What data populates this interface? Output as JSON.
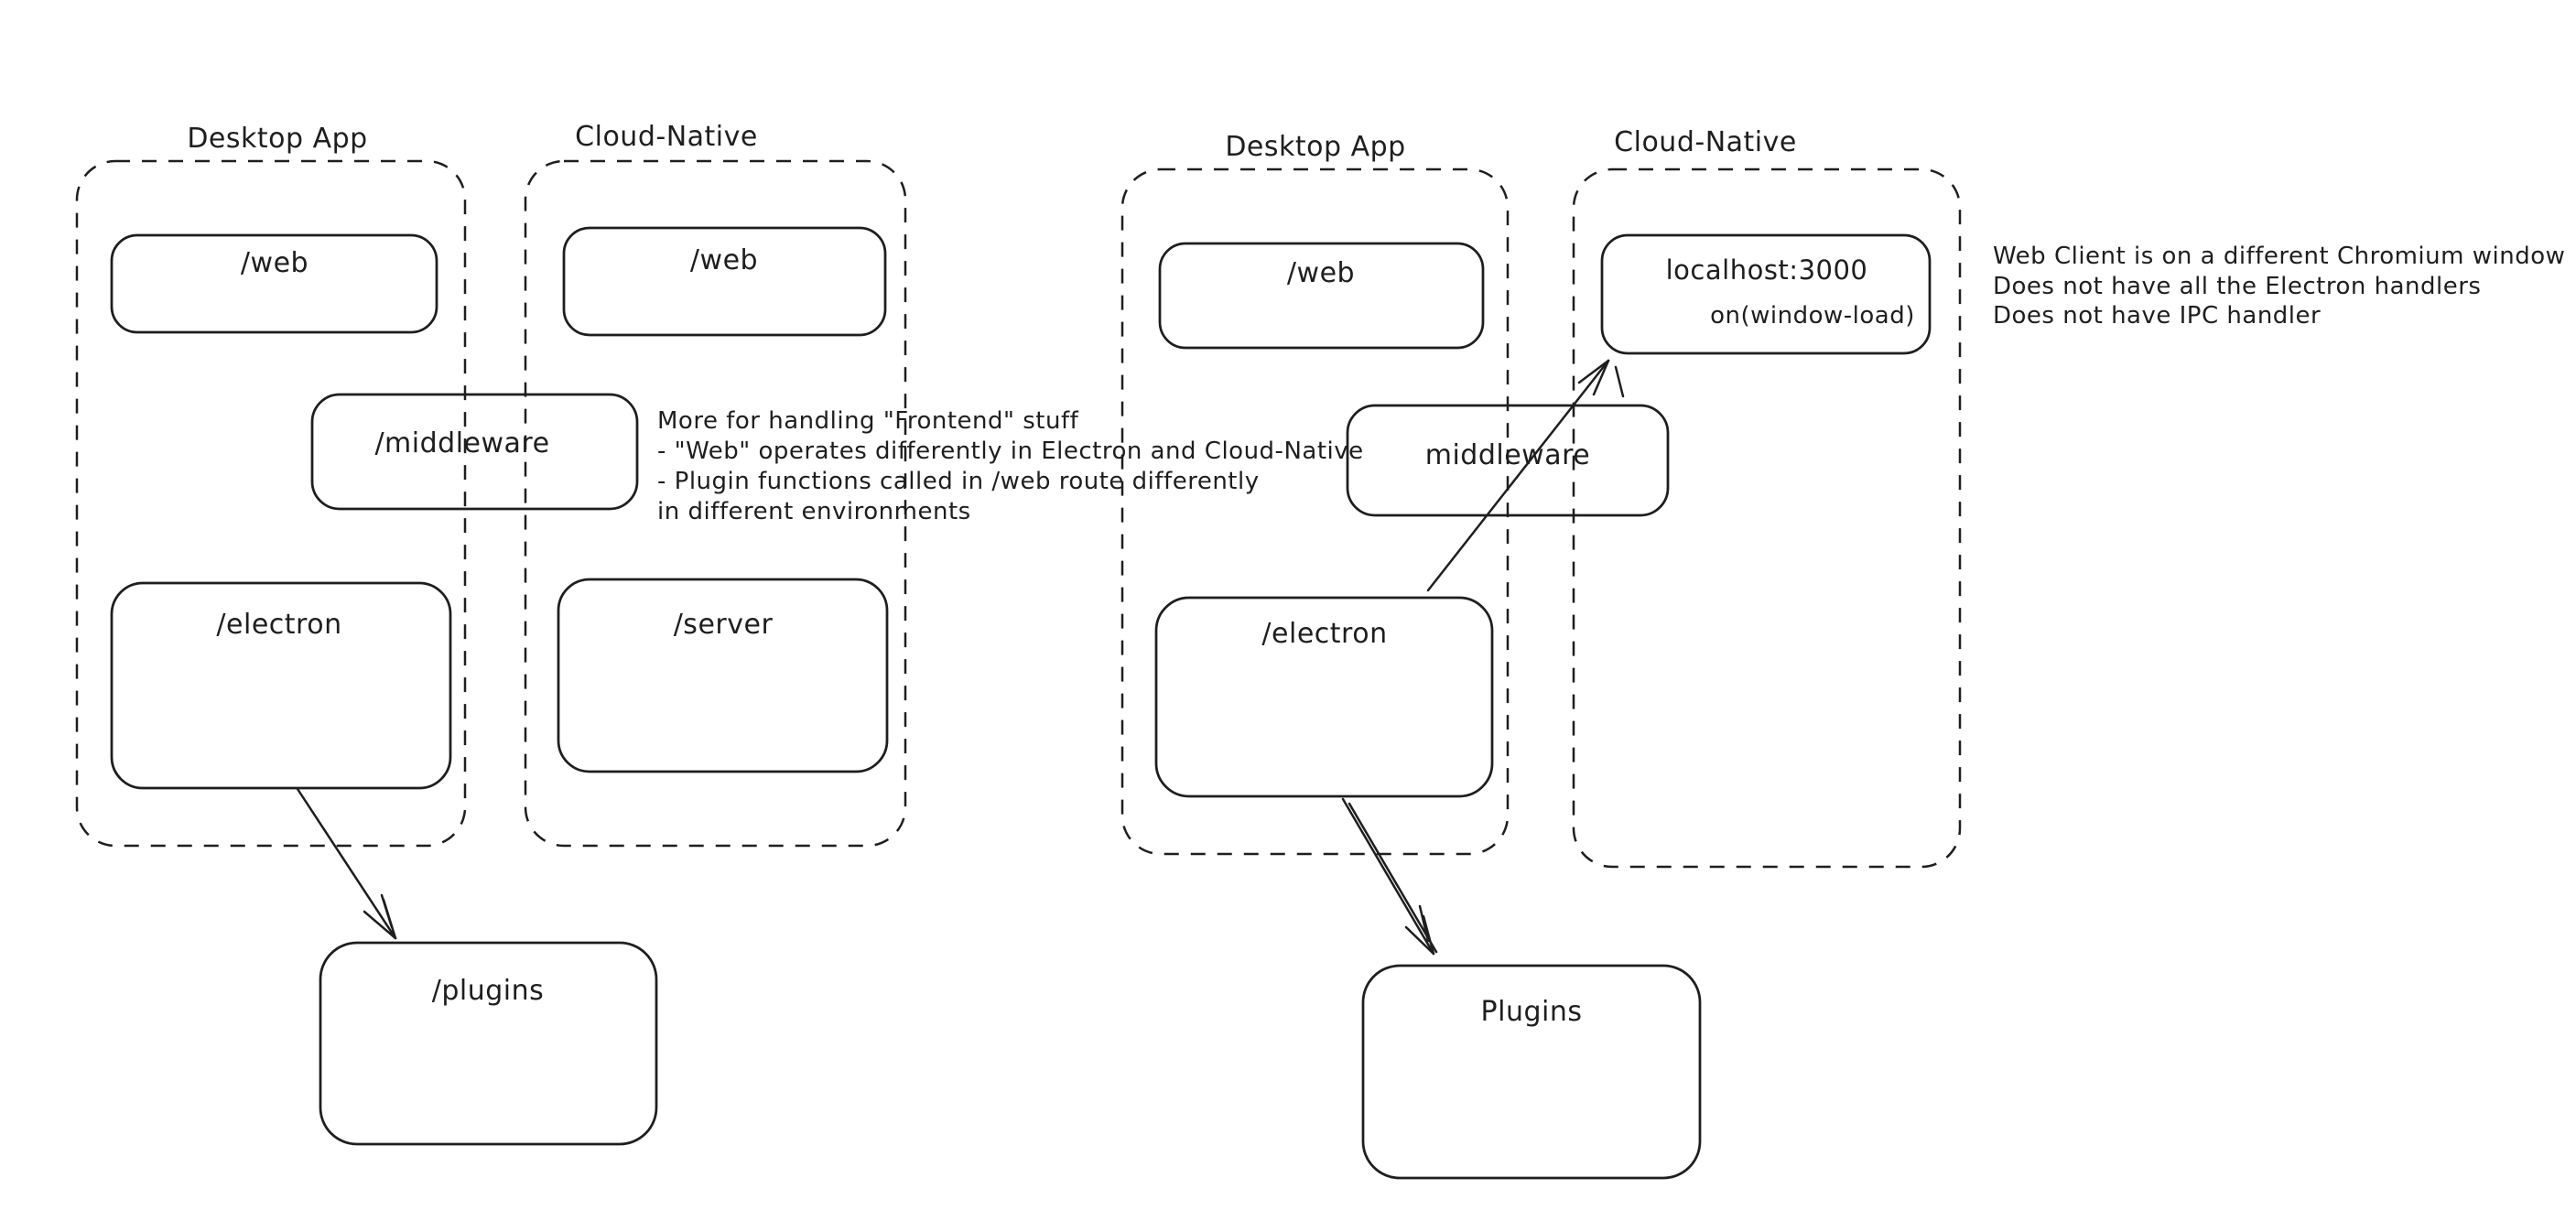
{
  "colors": {
    "ink": "#1e1e1e",
    "green": "#3f9e4a",
    "red": "#d13b3b",
    "background": "#ffffff"
  },
  "left_diagram": {
    "desktop_app": {
      "title": "Desktop App",
      "web_label": "/web",
      "electron_label": "/electron"
    },
    "cloud_native": {
      "title": "Cloud-Native",
      "web_label": "/web",
      "server_label": "/server"
    },
    "middleware_label": "/middleware",
    "plugins_label": "/plugins",
    "green_note": {
      "lines": [
        "More for handling \"Frontend\" stuff",
        "- \"Web\" operates differently in Electron and Cloud-Native",
        "- Plugin functions called in /web route differently",
        "in different environments"
      ]
    }
  },
  "right_diagram": {
    "desktop_app": {
      "title": "Desktop App",
      "web_label": "/web",
      "electron_label": "/electron"
    },
    "cloud_native": {
      "title": "Cloud-Native",
      "localhost_label": "localhost:3000",
      "window_load_label": "on(window-load)"
    },
    "middleware_label": "middleware",
    "plugins_label": "Plugins",
    "red_note": {
      "lines": [
        "Web Client is on a different Chromium window",
        "Does not have all the Electron handlers",
        "Does not have IPC handler"
      ]
    }
  }
}
